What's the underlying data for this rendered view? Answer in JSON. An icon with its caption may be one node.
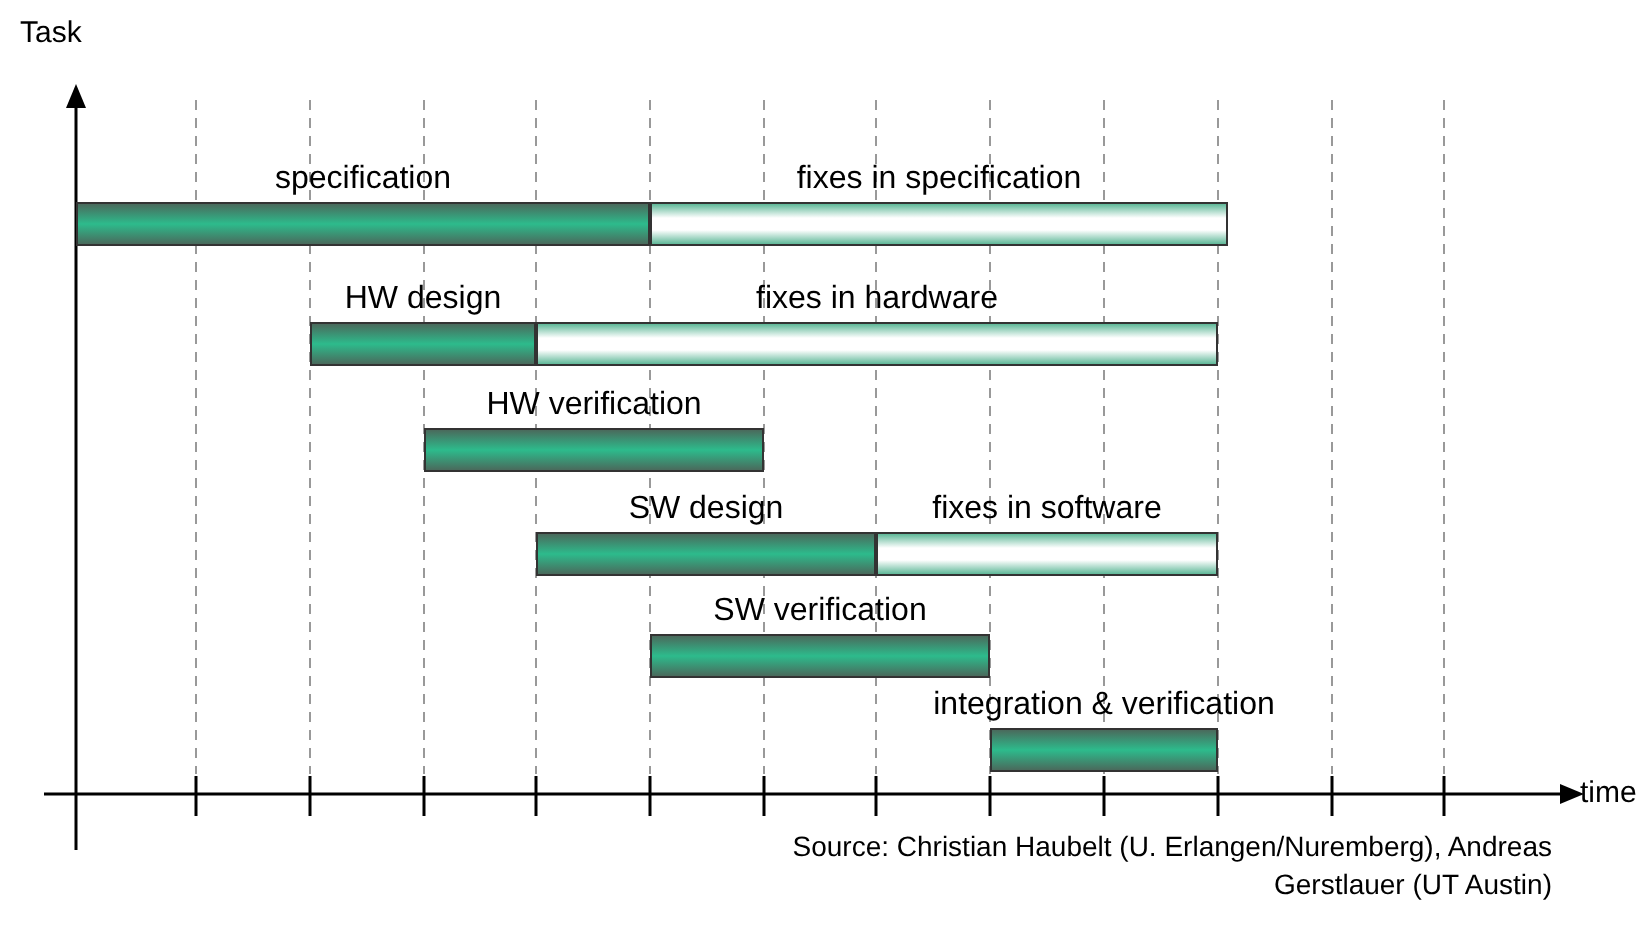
{
  "diagram": {
    "nodes": [
      {
        "text": [
          "specification"
        ]
      },
      {
        "text": [
          "fixes in specification"
        ]
      },
      {
        "text": [
          "HW design"
        ]
      },
      {
        "text": [
          "fixes in hardware"
        ]
      },
      {
        "text": [
          "HW verification"
        ]
      },
      {
        "text": [
          "SW design"
        ]
      },
      {
        "text": [
          "fixes in software"
        ]
      },
      {
        "text": [
          "SW verification"
        ]
      },
      {
        "text": [
          "integration & verification"
        ]
      }
    ],
    "labels": [
      "Task",
      "time",
      "Source: Christian Haubelt (U. Erlangen/Nuremberg), Andreas Gerstlauer (UT Austin)"
    ]
  }
}
